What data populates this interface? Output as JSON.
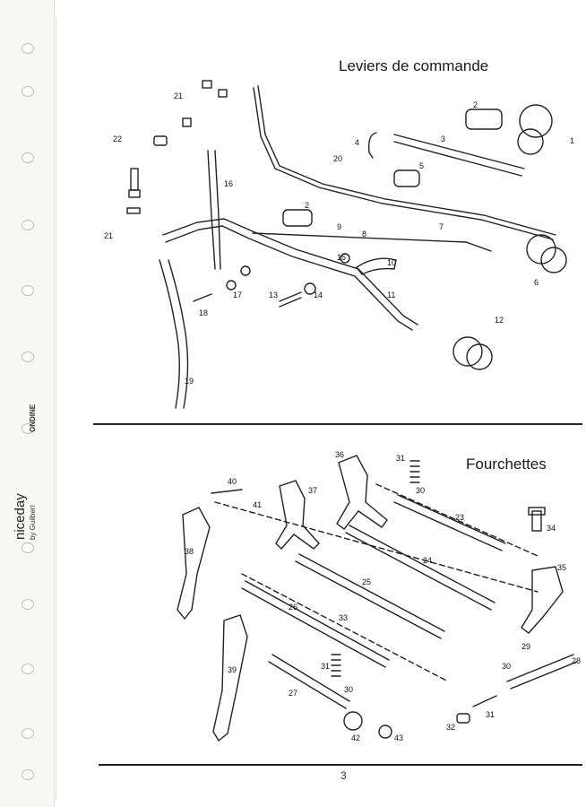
{
  "binder": {
    "brand_name": "niceday",
    "brand_sub": "by Guilbert",
    "brand_line": "ONDINE"
  },
  "sections": {
    "top_title": "Leviers de commande",
    "bottom_title": "Fourchettes"
  },
  "top_labels": [
    "1",
    "2",
    "2",
    "3",
    "4",
    "5",
    "6",
    "7",
    "8",
    "9",
    "10",
    "11",
    "12",
    "13",
    "14",
    "15",
    "16",
    "17",
    "18",
    "19",
    "20",
    "21",
    "21",
    "22"
  ],
  "bottom_labels": [
    "23",
    "24",
    "25",
    "26",
    "27",
    "29",
    "30",
    "30",
    "30",
    "31",
    "31",
    "31",
    "32",
    "33",
    "34",
    "35",
    "36",
    "37",
    "38",
    "39",
    "40",
    "41",
    "42",
    "43",
    "28"
  ],
  "footer": {
    "page_number": "3"
  }
}
